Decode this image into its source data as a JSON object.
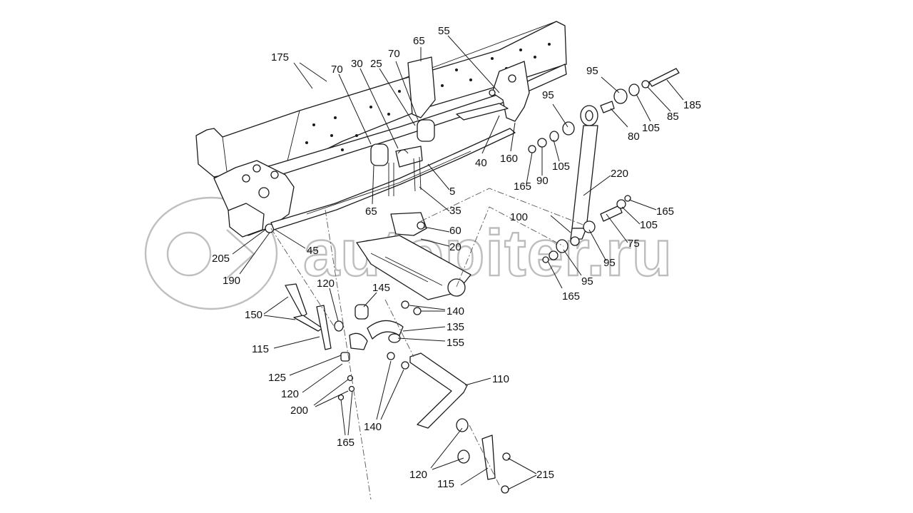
{
  "watermark": {
    "text": "autopiter.ru"
  },
  "callouts": [
    {
      "id": "c175",
      "text": "175"
    },
    {
      "id": "c70a",
      "text": "70"
    },
    {
      "id": "c30",
      "text": "30"
    },
    {
      "id": "c25",
      "text": "25"
    },
    {
      "id": "c70b",
      "text": "70"
    },
    {
      "id": "c65a",
      "text": "65"
    },
    {
      "id": "c55",
      "text": "55"
    },
    {
      "id": "c95a",
      "text": "95"
    },
    {
      "id": "c95b",
      "text": "95"
    },
    {
      "id": "c185",
      "text": "185"
    },
    {
      "id": "c85",
      "text": "85"
    },
    {
      "id": "c105a",
      "text": "105"
    },
    {
      "id": "c80",
      "text": "80"
    },
    {
      "id": "c40",
      "text": "40"
    },
    {
      "id": "c160",
      "text": "160"
    },
    {
      "id": "c105b",
      "text": "105"
    },
    {
      "id": "c90",
      "text": "90"
    },
    {
      "id": "c165a",
      "text": "165"
    },
    {
      "id": "c220",
      "text": "220"
    },
    {
      "id": "c5",
      "text": "5"
    },
    {
      "id": "c65b",
      "text": "65"
    },
    {
      "id": "c35",
      "text": "35"
    },
    {
      "id": "c165b",
      "text": "165"
    },
    {
      "id": "c105c",
      "text": "105"
    },
    {
      "id": "c100",
      "text": "100"
    },
    {
      "id": "c60",
      "text": "60"
    },
    {
      "id": "c75",
      "text": "75"
    },
    {
      "id": "c20",
      "text": "20"
    },
    {
      "id": "c45",
      "text": "45"
    },
    {
      "id": "c205",
      "text": "205"
    },
    {
      "id": "c190",
      "text": "190"
    },
    {
      "id": "c95c",
      "text": "95"
    },
    {
      "id": "c95d",
      "text": "95"
    },
    {
      "id": "c165c",
      "text": "165"
    },
    {
      "id": "c120a",
      "text": "120"
    },
    {
      "id": "c145",
      "text": "145"
    },
    {
      "id": "c140a",
      "text": "140"
    },
    {
      "id": "c150",
      "text": "150"
    },
    {
      "id": "c135",
      "text": "135"
    },
    {
      "id": "c155",
      "text": "155"
    },
    {
      "id": "c115a",
      "text": "115"
    },
    {
      "id": "c125",
      "text": "125"
    },
    {
      "id": "c110",
      "text": "110"
    },
    {
      "id": "c120b",
      "text": "120"
    },
    {
      "id": "c200",
      "text": "200"
    },
    {
      "id": "c140b",
      "text": "140"
    },
    {
      "id": "c165d",
      "text": "165"
    },
    {
      "id": "c120c",
      "text": "120"
    },
    {
      "id": "c215",
      "text": "215"
    },
    {
      "id": "c115b",
      "text": "115"
    }
  ]
}
